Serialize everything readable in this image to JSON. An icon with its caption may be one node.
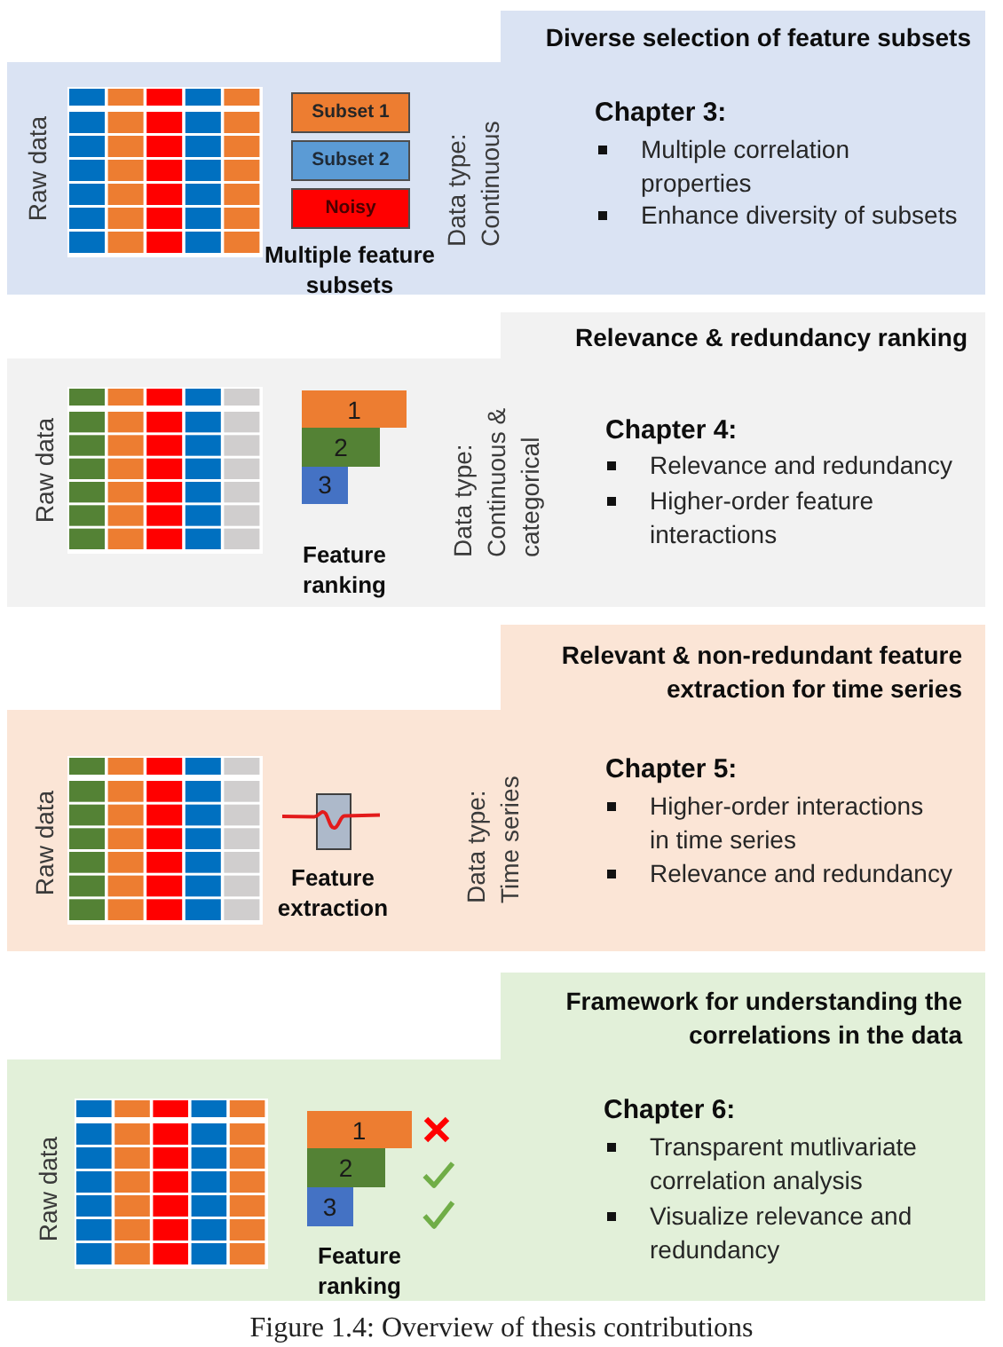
{
  "diagram": {
    "nodes": [
      {
        "text": [
          "Diverse selection of feature subsets",
          "Raw data",
          "Multiple feature subsets",
          "Data type: Continuous",
          "Chapter 3:",
          "Multiple correlation properties",
          "Enhance diversity of subsets"
        ]
      },
      {
        "text": [
          "Subset 1"
        ],
        "in": 0
      },
      {
        "text": [
          "Subset 2"
        ],
        "in": 0
      },
      {
        "text": [
          "Noisy"
        ],
        "in": 0
      },
      {
        "text": [
          "Relevance & redundancy ranking",
          "Raw data",
          "Feature ranking",
          "Data type: Continuous & categorical",
          "Chapter 4:",
          "Relevance and redundancy",
          "Higher-order feature interactions"
        ]
      },
      {
        "text": [
          "1"
        ],
        "in": 4
      },
      {
        "text": [
          "2"
        ],
        "in": 4
      },
      {
        "text": [
          "3"
        ],
        "in": 4
      },
      {
        "text": [
          "Relevant & non-redundant feature extraction for time series",
          "Raw data",
          "Feature extraction",
          "Data type: Time series",
          "Chapter 5:",
          "Higher-order interactions in time series",
          "Relevance and redundancy"
        ]
      },
      {
        "text": [
          "Framework for understanding the correlations in the data",
          "Raw data",
          "Feature ranking",
          "Chapter 6:",
          "Transparent mutlivariate correlation analysis",
          "Visualize relevance and redundancy"
        ]
      },
      {
        "text": [
          "1"
        ],
        "in": 9
      },
      {
        "text": [
          "2"
        ],
        "in": 9
      },
      {
        "text": [
          "3"
        ],
        "in": 9
      }
    ],
    "caption": "Figure 1.4: Overview of thesis contributions"
  }
}
